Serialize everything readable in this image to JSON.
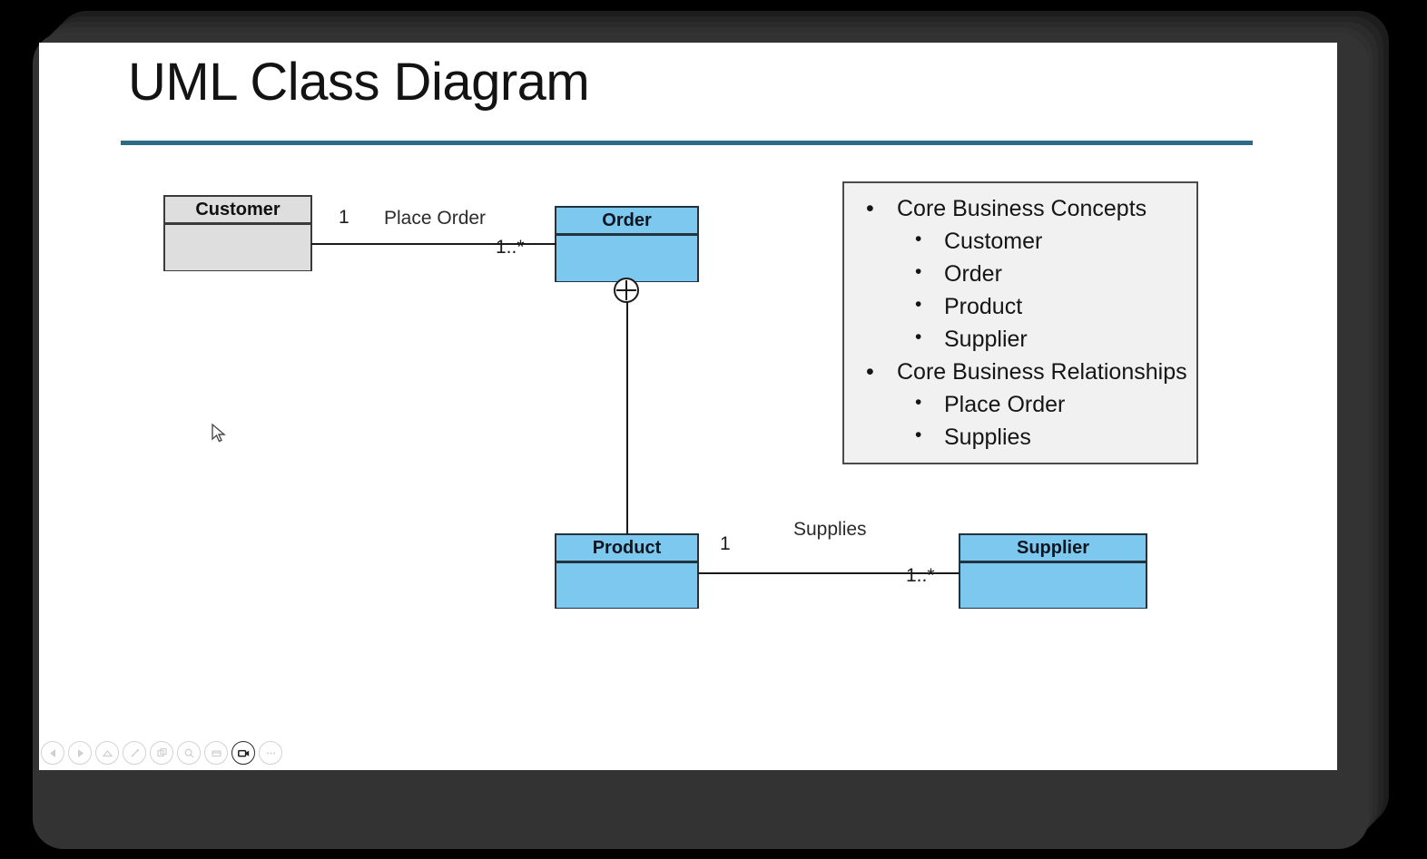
{
  "slide": {
    "title": "UML Class Diagram"
  },
  "diagram": {
    "classes": [
      {
        "name": "Customer",
        "fill": "#dedede",
        "style": "gray"
      },
      {
        "name": "Order",
        "fill": "#7dc8ee",
        "style": "blue"
      },
      {
        "name": "Product",
        "fill": "#7dc8ee",
        "style": "blue"
      },
      {
        "name": "Supplier",
        "fill": "#7dc8ee",
        "style": "blue"
      }
    ],
    "associations": [
      {
        "label": "Place Order",
        "source": "Customer",
        "target": "Order",
        "source_multiplicity": "1",
        "target_multiplicity": "1..*"
      },
      {
        "label": "",
        "source": "Order",
        "target": "Product",
        "source_multiplicity": "",
        "target_multiplicity": "",
        "marker": "circle-plus-containment"
      },
      {
        "label": "Supplies",
        "source": "Product",
        "target": "Supplier",
        "source_multiplicity": "1",
        "target_multiplicity": "1..*"
      }
    ]
  },
  "legend": {
    "groups": [
      {
        "title": "Core Business Concepts",
        "items": [
          "Customer",
          "Order",
          "Product",
          "Supplier"
        ]
      },
      {
        "title": "Core Business Relationships",
        "items": [
          "Place Order",
          "Supplies"
        ]
      }
    ],
    "bullet": "•"
  },
  "toolbar": {
    "buttons": [
      {
        "name": "previous-slide",
        "icon": "caret-left-icon",
        "active": false
      },
      {
        "name": "next-slide",
        "icon": "caret-right-icon",
        "active": false
      },
      {
        "name": "laser-pointer",
        "icon": "caret-up-icon",
        "active": false
      },
      {
        "name": "pen-tool",
        "icon": "pen-icon",
        "active": false
      },
      {
        "name": "all-slides",
        "icon": "grid-icon",
        "active": false
      },
      {
        "name": "zoom-tool",
        "icon": "magnifier-icon",
        "active": false
      },
      {
        "name": "black-screen",
        "icon": "screen-icon",
        "active": false
      },
      {
        "name": "camera",
        "icon": "video-camera-icon",
        "active": true
      },
      {
        "name": "more-options",
        "icon": "ellipsis-icon",
        "active": false
      }
    ]
  },
  "colors": {
    "accent_rule": "#2d6a87",
    "class_blue": "#7dc8ee",
    "class_gray": "#dedede",
    "border_dark": "#23323f",
    "legend_bg": "#f1f1f1"
  }
}
